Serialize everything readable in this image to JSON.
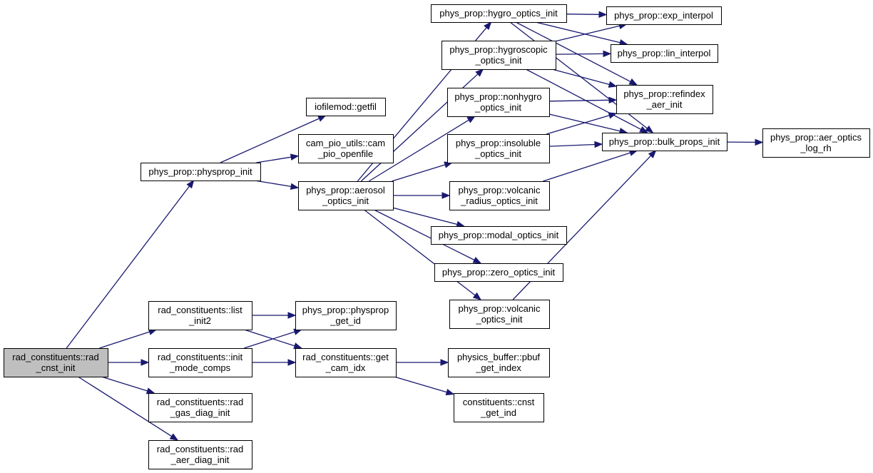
{
  "nodes": [
    {
      "id": "rad_cnst_init",
      "lines": [
        "rad_constituents::rad",
        "_cnst_init"
      ],
      "root": true
    },
    {
      "id": "physprop_init",
      "lines": [
        "phys_prop::physprop_init"
      ]
    },
    {
      "id": "getfil",
      "lines": [
        "iofilemod::getfil"
      ]
    },
    {
      "id": "cam_pio_openfile",
      "lines": [
        "cam_pio_utils::cam",
        "_pio_openfile"
      ]
    },
    {
      "id": "aerosol_optics_init",
      "lines": [
        "phys_prop::aerosol",
        "_optics_init"
      ]
    },
    {
      "id": "hygro_optics_init",
      "lines": [
        "phys_prop::hygro_optics_init"
      ]
    },
    {
      "id": "hygroscopic_optics_init",
      "lines": [
        "phys_prop::hygroscopic",
        "_optics_init"
      ]
    },
    {
      "id": "nonhygro_optics_init",
      "lines": [
        "phys_prop::nonhygro",
        "_optics_init"
      ]
    },
    {
      "id": "insoluble_optics_init",
      "lines": [
        "phys_prop::insoluble",
        "_optics_init"
      ]
    },
    {
      "id": "volcanic_radius_optics_init",
      "lines": [
        "phys_prop::volcanic",
        "_radius_optics_init"
      ]
    },
    {
      "id": "modal_optics_init",
      "lines": [
        "phys_prop::modal_optics_init"
      ]
    },
    {
      "id": "zero_optics_init",
      "lines": [
        "phys_prop::zero_optics_init"
      ]
    },
    {
      "id": "volcanic_optics_init",
      "lines": [
        "phys_prop::volcanic",
        "_optics_init"
      ]
    },
    {
      "id": "exp_interpol",
      "lines": [
        "phys_prop::exp_interpol"
      ]
    },
    {
      "id": "lin_interpol",
      "lines": [
        "phys_prop::lin_interpol"
      ]
    },
    {
      "id": "refindex_aer_init",
      "lines": [
        "phys_prop::refindex",
        "_aer_init"
      ]
    },
    {
      "id": "bulk_props_init",
      "lines": [
        "phys_prop::bulk_props_init"
      ]
    },
    {
      "id": "aer_optics_log_rh",
      "lines": [
        "phys_prop::aer_optics",
        "_log_rh"
      ]
    },
    {
      "id": "list_init2",
      "lines": [
        "rad_constituents::list",
        "_init2"
      ]
    },
    {
      "id": "init_mode_comps",
      "lines": [
        "rad_constituents::init",
        "_mode_comps"
      ]
    },
    {
      "id": "rad_gas_diag_init",
      "lines": [
        "rad_constituents::rad",
        "_gas_diag_init"
      ]
    },
    {
      "id": "rad_aer_diag_init",
      "lines": [
        "rad_constituents::rad",
        "_aer_diag_init"
      ]
    },
    {
      "id": "physprop_get_id",
      "lines": [
        "phys_prop::physprop",
        "_get_id"
      ]
    },
    {
      "id": "get_cam_idx",
      "lines": [
        "rad_constituents::get",
        "_cam_idx"
      ]
    },
    {
      "id": "pbuf_get_index",
      "lines": [
        "physics_buffer::pbuf",
        "_get_index"
      ]
    },
    {
      "id": "cnst_get_ind",
      "lines": [
        "constituents::cnst",
        "_get_ind"
      ]
    }
  ],
  "edges": [
    [
      "rad_cnst_init",
      "physprop_init"
    ],
    [
      "rad_cnst_init",
      "list_init2"
    ],
    [
      "rad_cnst_init",
      "init_mode_comps"
    ],
    [
      "rad_cnst_init",
      "rad_gas_diag_init"
    ],
    [
      "rad_cnst_init",
      "rad_aer_diag_init"
    ],
    [
      "physprop_init",
      "getfil"
    ],
    [
      "physprop_init",
      "cam_pio_openfile"
    ],
    [
      "physprop_init",
      "aerosol_optics_init"
    ],
    [
      "aerosol_optics_init",
      "hygro_optics_init"
    ],
    [
      "aerosol_optics_init",
      "hygroscopic_optics_init"
    ],
    [
      "aerosol_optics_init",
      "nonhygro_optics_init"
    ],
    [
      "aerosol_optics_init",
      "insoluble_optics_init"
    ],
    [
      "aerosol_optics_init",
      "volcanic_radius_optics_init"
    ],
    [
      "aerosol_optics_init",
      "modal_optics_init"
    ],
    [
      "aerosol_optics_init",
      "zero_optics_init"
    ],
    [
      "aerosol_optics_init",
      "volcanic_optics_init"
    ],
    [
      "hygro_optics_init",
      "exp_interpol"
    ],
    [
      "hygro_optics_init",
      "lin_interpol"
    ],
    [
      "hygro_optics_init",
      "refindex_aer_init"
    ],
    [
      "hygro_optics_init",
      "bulk_props_init"
    ],
    [
      "hygroscopic_optics_init",
      "exp_interpol"
    ],
    [
      "hygroscopic_optics_init",
      "lin_interpol"
    ],
    [
      "hygroscopic_optics_init",
      "refindex_aer_init"
    ],
    [
      "hygroscopic_optics_init",
      "bulk_props_init"
    ],
    [
      "nonhygro_optics_init",
      "refindex_aer_init"
    ],
    [
      "nonhygro_optics_init",
      "bulk_props_init"
    ],
    [
      "insoluble_optics_init",
      "refindex_aer_init"
    ],
    [
      "insoluble_optics_init",
      "bulk_props_init"
    ],
    [
      "volcanic_radius_optics_init",
      "bulk_props_init"
    ],
    [
      "volcanic_optics_init",
      "bulk_props_init"
    ],
    [
      "bulk_props_init",
      "aer_optics_log_rh"
    ],
    [
      "list_init2",
      "physprop_get_id"
    ],
    [
      "list_init2",
      "get_cam_idx"
    ],
    [
      "init_mode_comps",
      "physprop_get_id"
    ],
    [
      "init_mode_comps",
      "get_cam_idx"
    ],
    [
      "get_cam_idx",
      "pbuf_get_index"
    ],
    [
      "get_cam_idx",
      "cnst_get_ind"
    ]
  ]
}
